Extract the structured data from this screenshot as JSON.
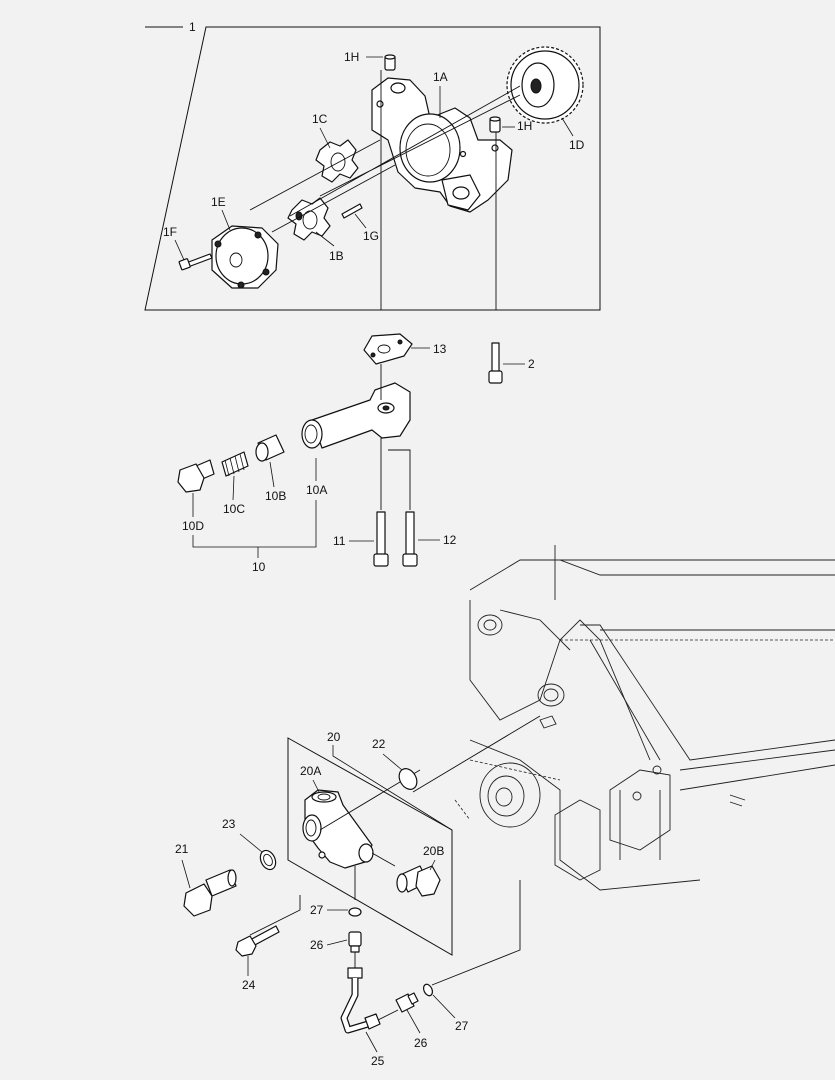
{
  "labels": {
    "p1": "1",
    "p1A": "1A",
    "p1B": "1B",
    "p1C": "1C",
    "p1D": "1D",
    "p1E": "1E",
    "p1F": "1F",
    "p1G": "1G",
    "p1H_top": "1H",
    "p1H_right": "1H",
    "p2": "2",
    "p10": "10",
    "p10A": "10A",
    "p10B": "10B",
    "p10C": "10C",
    "p10D": "10D",
    "p11": "11",
    "p12": "12",
    "p13": "13",
    "p20": "20",
    "p20A": "20A",
    "p20B": "20B",
    "p21": "21",
    "p22": "22",
    "p23": "23",
    "p24": "24",
    "p25": "25",
    "p26_upper": "26",
    "p26_lower": "26",
    "p27_upper": "27",
    "p27_lower": "27"
  }
}
